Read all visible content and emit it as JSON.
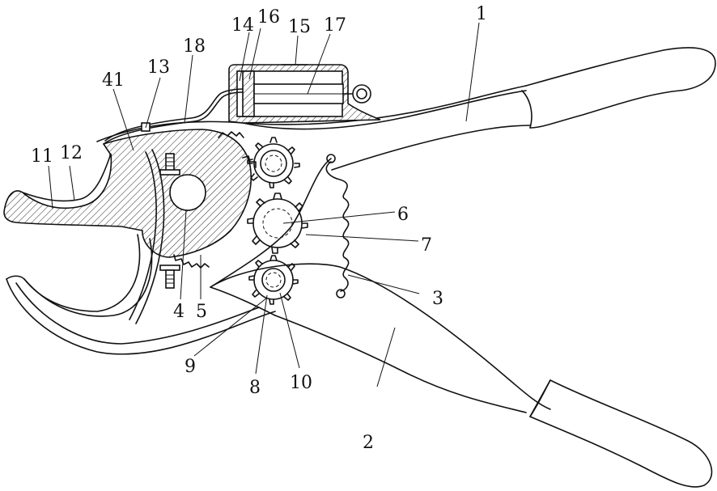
{
  "figure": {
    "labels": [
      {
        "id": "1",
        "text": "1"
      },
      {
        "id": "2",
        "text": "2"
      },
      {
        "id": "3",
        "text": "3"
      },
      {
        "id": "4",
        "text": "4"
      },
      {
        "id": "5",
        "text": "5"
      },
      {
        "id": "6",
        "text": "6"
      },
      {
        "id": "7",
        "text": "7"
      },
      {
        "id": "8",
        "text": "8"
      },
      {
        "id": "9",
        "text": "9"
      },
      {
        "id": "10",
        "text": "10"
      },
      {
        "id": "11",
        "text": "11"
      },
      {
        "id": "12",
        "text": "12"
      },
      {
        "id": "13",
        "text": "13"
      },
      {
        "id": "14",
        "text": "14"
      },
      {
        "id": "15",
        "text": "15"
      },
      {
        "id": "16",
        "text": "16"
      },
      {
        "id": "17",
        "text": "17"
      },
      {
        "id": "18",
        "text": "18"
      },
      {
        "id": "41",
        "text": "41"
      }
    ]
  }
}
